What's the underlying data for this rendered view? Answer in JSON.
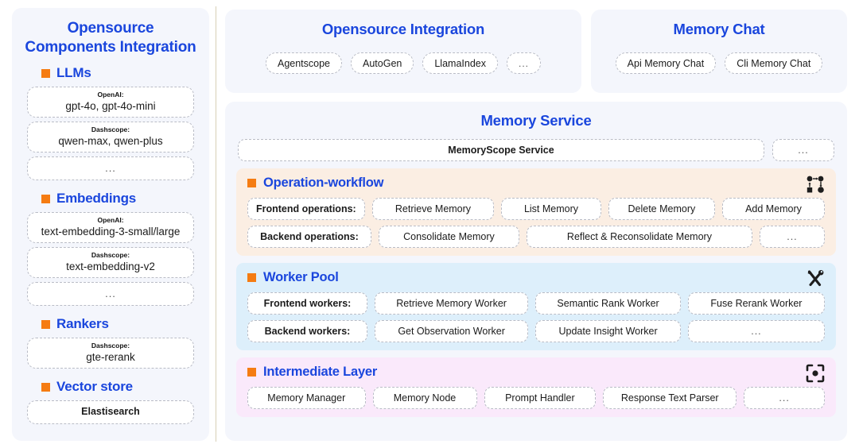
{
  "sidebar": {
    "title": "Opensource Components Integration",
    "groups": [
      {
        "label": "LLMs",
        "items": [
          {
            "sub": "OpenAI:",
            "val": "gpt-4o, gpt-4o-mini"
          },
          {
            "sub": "Dashscope:",
            "val": "qwen-max, qwen-plus"
          },
          {
            "sub": "",
            "val": "..."
          }
        ]
      },
      {
        "label": "Embeddings",
        "items": [
          {
            "sub": "OpenAI:",
            "val": "text-embedding-3-small/large"
          },
          {
            "sub": "Dashscope:",
            "val": "text-embedding-v2"
          },
          {
            "sub": "",
            "val": "..."
          }
        ]
      },
      {
        "label": "Rankers",
        "items": [
          {
            "sub": "Dashscope:",
            "val": "gte-rerank"
          }
        ]
      },
      {
        "label": "Vector store",
        "items": [
          {
            "sub": "",
            "val": "Elastisearch"
          }
        ]
      }
    ]
  },
  "integration_panel": {
    "title": "Opensource Integration",
    "pills": [
      "Agentscope",
      "AutoGen",
      "LlamaIndex",
      "..."
    ]
  },
  "memory_chat_panel": {
    "title": "Memory Chat",
    "pills": [
      "Api Memory Chat",
      "Cli Memory Chat"
    ]
  },
  "memory_service": {
    "title": "Memory Service",
    "service_pill": "MemoryScope Service",
    "service_dots": "...",
    "sections": [
      {
        "label": "Operation-workflow",
        "icon": "workflow-nodes-icon",
        "bg": "#fbeee3",
        "rows": [
          [
            "Frontend operations:",
            "Retrieve Memory",
            "List Memory",
            "Delete Memory",
            "Add Memory"
          ],
          [
            "Backend operations:",
            "Consolidate Memory",
            "Reflect & Reconsolidate Memory",
            "..."
          ]
        ]
      },
      {
        "label": "Worker Pool",
        "icon": "tools-icon",
        "bg": "#ddeffb",
        "rows": [
          [
            "Frontend workers:",
            "Retrieve Memory Worker",
            "Semantic Rank Worker",
            "Fuse Rerank Worker"
          ],
          [
            "Backend workers:",
            "Get Observation Worker",
            "Update Insight Worker",
            "..."
          ]
        ]
      },
      {
        "label": "Intermediate Layer",
        "icon": "focus-target-icon",
        "bg": "#fae9fb",
        "rows": [
          [
            "Memory Manager",
            "Memory Node",
            "Prompt Handler",
            "Response Text Parser",
            "..."
          ]
        ]
      }
    ]
  },
  "colors": {
    "heading_blue": "#1a46dd",
    "bullet_orange": "#f57c12",
    "panel_bg": "#f4f6fc",
    "operation_bg": "#fbeee3",
    "worker_bg": "#ddeffb",
    "intermediate_bg": "#fae9fb",
    "pill_border": "#b9bcc6",
    "divider": "#d8cfb6"
  }
}
